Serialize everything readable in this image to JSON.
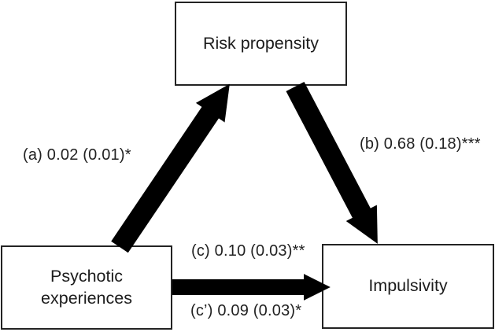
{
  "diagram": {
    "type": "mediation-path-model",
    "background_color": "#ffffff",
    "ink_color": "#000000",
    "box_border_color": "#232323",
    "nodes": [
      {
        "id": "risk_propensity",
        "label": "Risk propensity",
        "role": "mediator"
      },
      {
        "id": "psychotic_experiences",
        "label": "Psychotic experiences",
        "lines": [
          "Psychotic",
          "experiences"
        ],
        "role": "predictor"
      },
      {
        "id": "impulsivity",
        "label": "Impulsivity",
        "role": "outcome"
      }
    ],
    "paths": [
      {
        "id": "a",
        "label": "(a) 0.02 (0.01)*",
        "estimate": 0.02,
        "se": 0.01,
        "significance": "*",
        "from": "psychotic_experiences",
        "to": "risk_propensity"
      },
      {
        "id": "b",
        "label": "(b) 0.68 (0.18)***",
        "estimate": 0.68,
        "se": 0.18,
        "significance": "***",
        "from": "risk_propensity",
        "to": "impulsivity"
      },
      {
        "id": "c",
        "label": "(c) 0.10 (0.03)**",
        "estimate": 0.1,
        "se": 0.03,
        "significance": "**",
        "from": "psychotic_experiences",
        "to": "impulsivity"
      },
      {
        "id": "c_prime",
        "label": "(c’) 0.09 (0.03)*",
        "estimate": 0.09,
        "se": 0.03,
        "significance": "*",
        "from": "psychotic_experiences",
        "to": "impulsivity"
      }
    ]
  }
}
